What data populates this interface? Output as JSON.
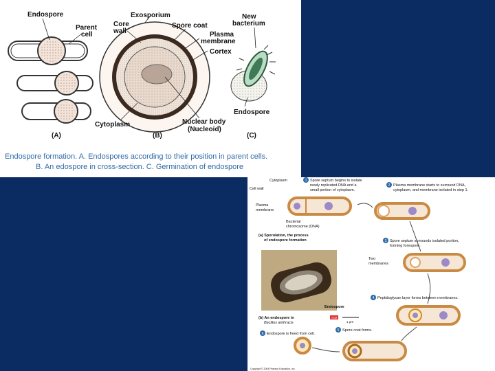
{
  "top_figure": {
    "labels": {
      "endospore": "Endospore",
      "parent_cell": "Parent cell",
      "parent_cell_line1": "Parent",
      "parent_cell_line2": "cell",
      "core_wall_line1": "Core",
      "core_wall_line2": "wall",
      "exosporium": "Exosporium",
      "spore_coat": "Spore coat",
      "plasma_membrane_line1": "Plasma",
      "plasma_membrane_line2": "membrane",
      "cortex": "Cortex",
      "new_bacterium_line1": "New",
      "new_bacterium_line2": "bacterium",
      "endospore_c": "Endospore",
      "cytoplasm": "Cytoplasm",
      "nuclear_body_line1": "Nuclear body",
      "nuclear_body_line2": "(Nucleoid)",
      "panel_a": "(A)",
      "panel_b": "(B)",
      "panel_c": "(C)"
    },
    "caption_line1": "Endospore formation. A. Endospores according to their position in parent cells.",
    "caption_line2": "B. An edospore in cross-section. C. Germination of endospore"
  },
  "bottom_figure": {
    "labels": {
      "cytoplasm": "Cytoplasm",
      "cell_wall": "Cell wall",
      "plasma_membrane_line1": "Plasma",
      "plasma_membrane_line2": "membrane",
      "bacterial_chrom_line1": "Bacterial",
      "bacterial_chrom_line2": "chromosome (DNA)",
      "two_membranes_line1": "Two",
      "two_membranes_line2": "membranes",
      "sporulation_line1": "(a) Sporulation, the process",
      "sporulation_line2": "of endospore formation",
      "endospore_photo": "Endospore",
      "photo_caption_line1": "(b) An endospore in",
      "photo_caption_line2": "Bacillus anthracis",
      "scale_tag": "TEM",
      "scale_value": "1 μm",
      "copyright": "Copyright © 2004 Pearson Education, Inc."
    },
    "steps": [
      {
        "num": "1",
        "line1": "Spore septum begins to isolate",
        "line2": "newly replicated DNA and a",
        "line3": "small portion of cytoplasm."
      },
      {
        "num": "2",
        "line1": "Plasma membrane starts to surround DNA,",
        "line2": "cytoplasm, and membrane isolated in step 1."
      },
      {
        "num": "3",
        "line1": "Spore septum surrounds isolated portion,",
        "line2": "forming forespore."
      },
      {
        "num": "4",
        "line1": "Peptidoglycan layer forms between membranes."
      },
      {
        "num": "5",
        "line1": "Spore coat forms."
      },
      {
        "num": "6",
        "line1": "Endospore is freed from cell."
      }
    ]
  },
  "colors": {
    "background": "#0b2b63",
    "caption": "#2f6aa8",
    "cell_wall": "#c98a43",
    "step_badge": "#2f6aa8"
  }
}
